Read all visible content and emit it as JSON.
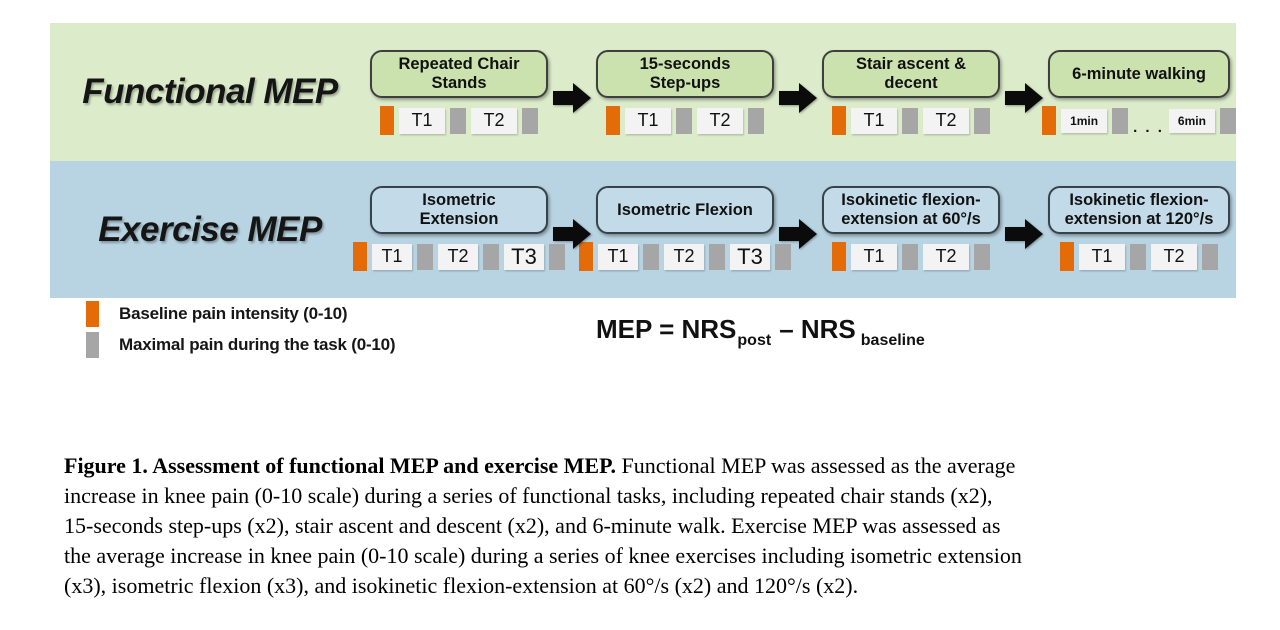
{
  "figure": {
    "functional": {
      "label": "Functional MEP",
      "tasks": [
        {
          "title": "Repeated Chair\nStands"
        },
        {
          "title": "15-seconds\nStep-ups"
        },
        {
          "title": "Stair ascent &\ndecent"
        },
        {
          "title": "6-minute walking"
        }
      ]
    },
    "exercise": {
      "label": "Exercise MEP",
      "tasks": [
        {
          "title": "Isometric\nExtension"
        },
        {
          "title": "Isometric Flexion"
        },
        {
          "title": "Isokinetic flexion-\nextension at 60°/s"
        },
        {
          "title": "Isokinetic flexion-\nextension at 120°/s"
        }
      ]
    },
    "marker_labels": {
      "t1": "T1",
      "t2": "T2",
      "t3": "T3",
      "min1": "1min",
      "min6": "6min",
      "dots": ". . ."
    },
    "legend": {
      "baseline": {
        "label": "Baseline pain intensity (0-10)"
      },
      "maximal": {
        "label": "Maximal pain during the task (0-10)"
      }
    },
    "formula": {
      "m1": "MEP = NRS",
      "s1": "post",
      "m2": "– NRS",
      "s2": "baseline"
    },
    "colors": {
      "baseline_orange": "#e36c09",
      "task_gray": "#a6a6a6",
      "functional_band": "#dcecca",
      "functional_box": "#cbe2ae",
      "exercise_band": "#b8d4e2",
      "exercise_box": "#c3dbe9"
    }
  },
  "caption": {
    "lines": [
      {
        "bold": "Figure 1. Assessment of functional MEP and exercise MEP.",
        "rest": " Functional MEP was assessed as the average"
      },
      {
        "rest": "increase in knee pain (0-10 scale) during a series of functional tasks, including repeated chair stands (x2),"
      },
      {
        "rest": "15-seconds step-ups (x2), stair ascent and descent (x2), and 6-minute walk. Exercise MEP was assessed as"
      },
      {
        "rest": "the average increase in knee pain (0-10 scale) during a series of knee exercises including isometric extension"
      },
      {
        "rest": "(x3), isometric flexion (x3), and isokinetic flexion-extension at 60°/s (x2) and 120°/s (x2)."
      }
    ]
  }
}
